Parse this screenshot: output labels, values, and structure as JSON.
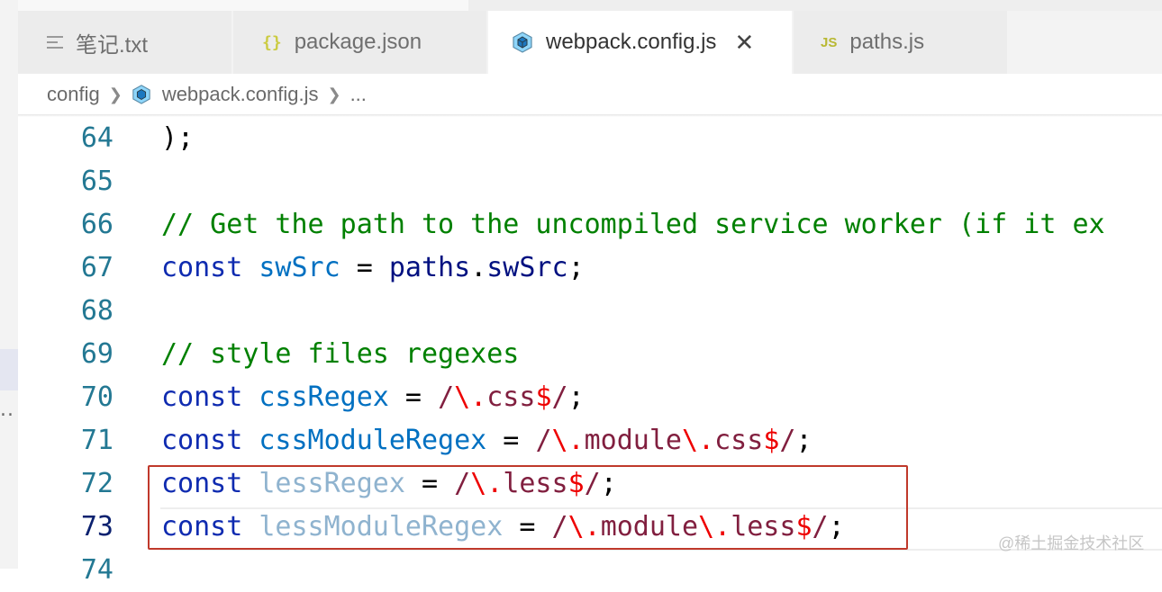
{
  "tabs": [
    {
      "label": "笔记.txt",
      "icon": "text-file-icon"
    },
    {
      "label": "package.json",
      "icon": "json-braces-icon"
    },
    {
      "label": "webpack.config.js",
      "icon": "webpack-cube-icon",
      "active": true,
      "close": "✕"
    },
    {
      "label": "paths.js",
      "icon": "js-icon",
      "icon_text": "JS"
    }
  ],
  "breadcrumb": {
    "folder": "config",
    "file": "webpack.config.js",
    "more": "..."
  },
  "editor": {
    "lines": [
      {
        "n": "64",
        "tokens": [
          {
            "t": ");",
            "c": "punc"
          }
        ]
      },
      {
        "n": "65",
        "tokens": []
      },
      {
        "n": "66",
        "tokens": [
          {
            "t": "// Get the path to the uncompiled service worker (if it ex",
            "c": "cmt"
          }
        ]
      },
      {
        "n": "67",
        "tokens": [
          {
            "t": "const",
            "c": "kw-dark"
          },
          {
            "t": " ",
            "c": "punc"
          },
          {
            "t": "swSrc",
            "c": "var"
          },
          {
            "t": " = ",
            "c": "punc"
          },
          {
            "t": "paths",
            "c": "prop"
          },
          {
            "t": ".",
            "c": "punc"
          },
          {
            "t": "swSrc",
            "c": "prop"
          },
          {
            "t": ";",
            "c": "punc"
          }
        ]
      },
      {
        "n": "68",
        "tokens": []
      },
      {
        "n": "69",
        "tokens": [
          {
            "t": "// style files regexes",
            "c": "cmt"
          }
        ]
      },
      {
        "n": "70",
        "tokens": [
          {
            "t": "const",
            "c": "kw-dark"
          },
          {
            "t": " ",
            "c": "punc"
          },
          {
            "t": "cssRegex",
            "c": "var"
          },
          {
            "t": " = ",
            "c": "punc"
          },
          {
            "t": "/",
            "c": "rx"
          },
          {
            "t": "\\.",
            "c": "rx-esc"
          },
          {
            "t": "css",
            "c": "rx"
          },
          {
            "t": "$",
            "c": "rx-esc"
          },
          {
            "t": "/",
            "c": "rx"
          },
          {
            "t": ";",
            "c": "punc"
          }
        ]
      },
      {
        "n": "71",
        "tokens": [
          {
            "t": "const",
            "c": "kw-dark"
          },
          {
            "t": " ",
            "c": "punc"
          },
          {
            "t": "cssModuleRegex",
            "c": "var"
          },
          {
            "t": " = ",
            "c": "punc"
          },
          {
            "t": "/",
            "c": "rx"
          },
          {
            "t": "\\.",
            "c": "rx-esc"
          },
          {
            "t": "module",
            "c": "rx"
          },
          {
            "t": "\\.",
            "c": "rx-esc"
          },
          {
            "t": "css",
            "c": "rx"
          },
          {
            "t": "$",
            "c": "rx-esc"
          },
          {
            "t": "/",
            "c": "rx"
          },
          {
            "t": ";",
            "c": "punc"
          }
        ]
      },
      {
        "n": "72",
        "tokens": [
          {
            "t": "const",
            "c": "kw-dark"
          },
          {
            "t": " ",
            "c": "punc"
          },
          {
            "t": "lessRegex",
            "c": "var-faded"
          },
          {
            "t": " = ",
            "c": "punc"
          },
          {
            "t": "/",
            "c": "rx"
          },
          {
            "t": "\\.",
            "c": "rx-esc"
          },
          {
            "t": "less",
            "c": "rx"
          },
          {
            "t": "$",
            "c": "rx-esc"
          },
          {
            "t": "/",
            "c": "rx"
          },
          {
            "t": ";",
            "c": "punc"
          }
        ]
      },
      {
        "n": "73",
        "current": true,
        "tokens": [
          {
            "t": "const",
            "c": "kw-dark"
          },
          {
            "t": " ",
            "c": "punc"
          },
          {
            "t": "lessModuleRegex",
            "c": "var-faded"
          },
          {
            "t": " = ",
            "c": "punc"
          },
          {
            "t": "/",
            "c": "rx"
          },
          {
            "t": "\\.",
            "c": "rx-esc"
          },
          {
            "t": "module",
            "c": "rx"
          },
          {
            "t": "\\.",
            "c": "rx-esc"
          },
          {
            "t": "less",
            "c": "rx"
          },
          {
            "t": "$",
            "c": "rx-esc"
          },
          {
            "t": "/",
            "c": "rx"
          },
          {
            "t": ";",
            "c": "punc"
          }
        ]
      },
      {
        "n": "74",
        "tokens": []
      }
    ]
  },
  "colors": {
    "highlight_border": "#c0392b",
    "line_number": "#237893",
    "comment": "#008000",
    "keyword": "#0f2bb0",
    "regex": "#811f3f"
  },
  "watermark": "@稀土掘金技术社区"
}
